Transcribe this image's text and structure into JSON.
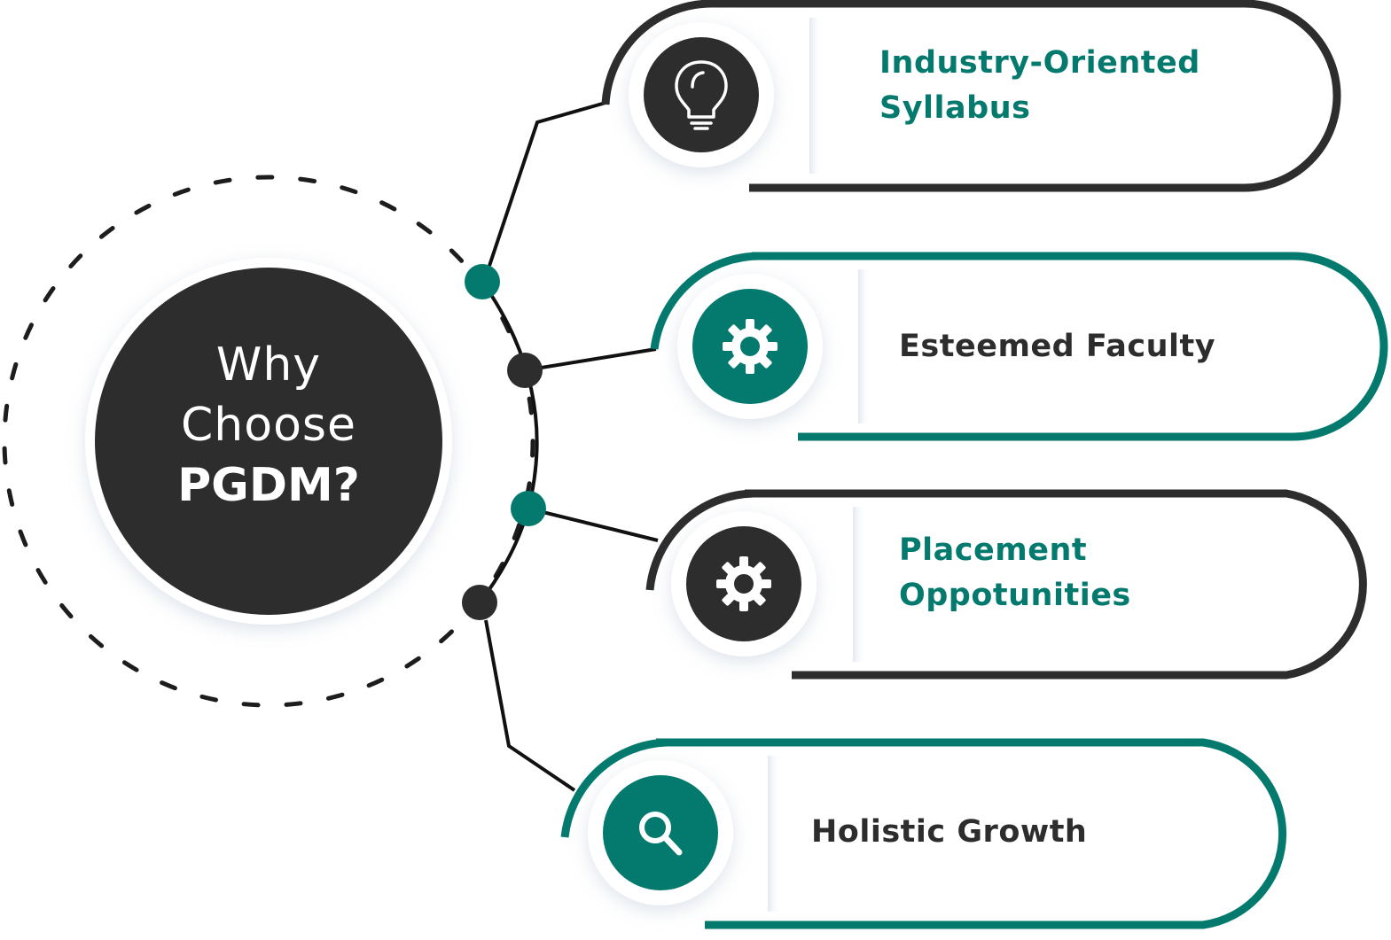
{
  "hub": {
    "line1": "Why",
    "line2": "Choose",
    "line3": "PGDM?"
  },
  "colors": {
    "teal": "#047a6e",
    "dark": "#2d2d2d",
    "text_dark": "#2d2d2d",
    "white": "#ffffff"
  },
  "items": [
    {
      "line1": "Industry-Oriented",
      "line2": "Syllabus",
      "icon": "lightbulb-icon",
      "theme": "dark"
    },
    {
      "line1": "Esteemed Faculty",
      "line2": "",
      "icon": "gear-icon",
      "theme": "teal"
    },
    {
      "line1": "Placement",
      "line2": "Oppotunities",
      "icon": "gear-icon",
      "theme": "dark"
    },
    {
      "line1": "Holistic Growth",
      "line2": "",
      "icon": "search-icon",
      "theme": "teal"
    }
  ]
}
